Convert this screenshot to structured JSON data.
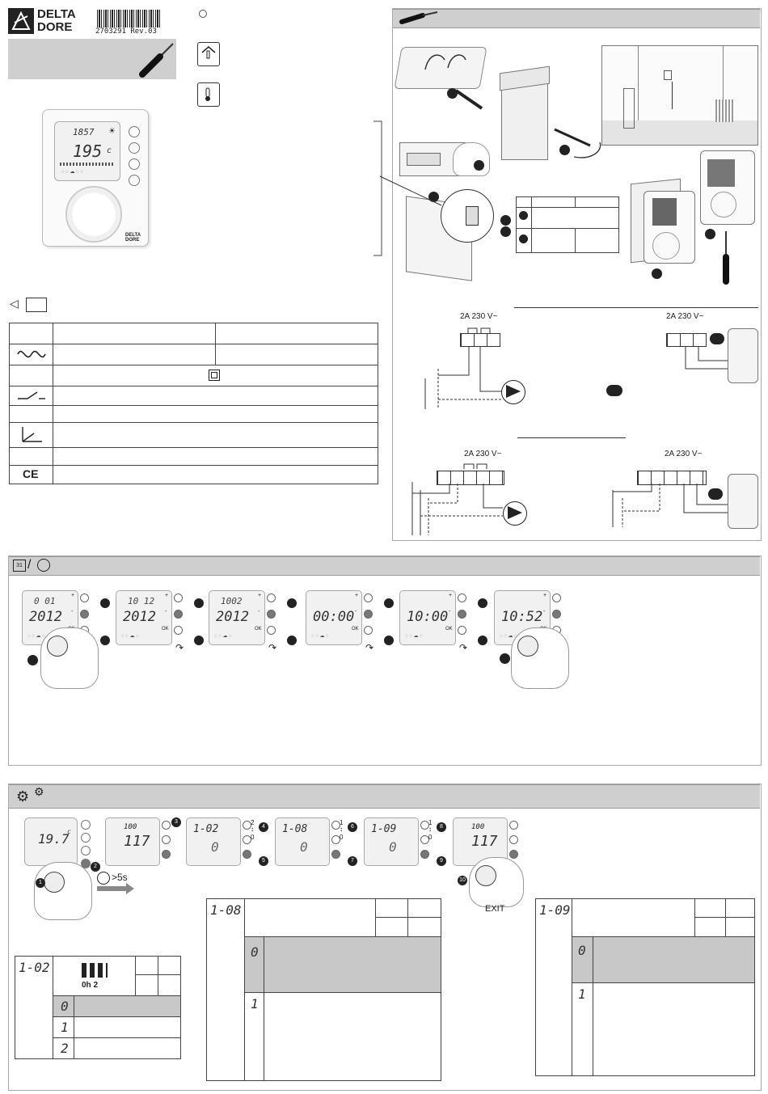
{
  "header": {
    "brand_line1": "DELTA",
    "brand_line2": "DORE",
    "barcode_text": "2703291 Rev.03"
  },
  "device": {
    "time": "1857",
    "temperature": "195",
    "temperature_unit": "c",
    "logo_line1": "DELTA",
    "logo_line2": "DORE"
  },
  "specs": {
    "ce_mark": "CE"
  },
  "wiring": {
    "supply_label": "2A 230 V~"
  },
  "date_time": {
    "screens": [
      {
        "top": "0 01",
        "main": "2012"
      },
      {
        "top": "10 12",
        "main": "2012"
      },
      {
        "top": "1002",
        "main": "2012"
      },
      {
        "top": "",
        "main": "00:00"
      },
      {
        "top": "",
        "main": "10:00"
      },
      {
        "top": "",
        "main": "10:52"
      }
    ],
    "labels": {
      "ok": "OK",
      "plus": "+",
      "minus": "-"
    }
  },
  "settings": {
    "start_temp": "19.7",
    "start_unit": "c",
    "hold_label": ">5s",
    "screens": [
      {
        "top": "100",
        "main": "117",
        "arrows": []
      },
      {
        "top": "",
        "main": "1-02",
        "value": "0",
        "arrows": [
          "2",
          "0"
        ]
      },
      {
        "top": "",
        "main": "1-08",
        "value": "0",
        "arrows": [
          "1",
          "0"
        ]
      },
      {
        "top": "",
        "main": "1-09",
        "value": "0",
        "arrows": [
          "1",
          "0"
        ]
      },
      {
        "top": "100",
        "main": "117",
        "arrows": []
      }
    ],
    "steps": [
      "1",
      "2",
      "3",
      "4",
      "5",
      "6",
      "7",
      "8",
      "9",
      "10"
    ],
    "exit_label": "EXIT",
    "table_102": {
      "code": "1-02",
      "icon_label": "0h 2",
      "rows": [
        "0",
        "1",
        "2"
      ]
    },
    "table_108": {
      "code": "1-08",
      "rows": [
        "0",
        "1"
      ]
    },
    "table_109": {
      "code": "1-09",
      "rows": [
        "0",
        "1"
      ]
    }
  }
}
